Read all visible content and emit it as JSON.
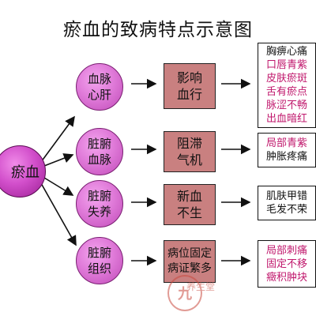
{
  "title": "瘀血的致病特点示意图",
  "root": {
    "label": "瘀血"
  },
  "rows": [
    {
      "node": [
        "血脉",
        "心肝"
      ],
      "box": [
        "影响",
        "血行"
      ],
      "results": [
        {
          "text": "胸痹心痛",
          "color": "#111111"
        },
        {
          "text": "口唇青紫",
          "color": "#c0176c"
        },
        {
          "text": "皮肤瘀斑",
          "color": "#c0176c"
        },
        {
          "text": "舌有瘀点",
          "color": "#c0176c"
        },
        {
          "text": "脉涩不畅",
          "color": "#c0176c"
        },
        {
          "text": "出血暗红",
          "color": "#c0176c"
        }
      ]
    },
    {
      "node": [
        "脏腑",
        "血脉"
      ],
      "box": [
        "阻滞",
        "气机"
      ],
      "results": [
        {
          "text": "局部青紫",
          "color": "#c0176c"
        },
        {
          "text": "肿胀疼痛",
          "color": "#111111"
        }
      ]
    },
    {
      "node": [
        "脏腑",
        "失养"
      ],
      "box": [
        "新血",
        "不生"
      ],
      "results": [
        {
          "text": "肌肤甲错",
          "color": "#111111"
        },
        {
          "text": "毛发不荣",
          "color": "#111111"
        }
      ]
    },
    {
      "node": [
        "脏腑",
        "组织"
      ],
      "box": [
        "病位固定",
        "病证繁多"
      ],
      "results": [
        {
          "text": "局部刺痛",
          "color": "#c0176c"
        },
        {
          "text": "固定不移",
          "color": "#c0176c"
        },
        {
          "text": "癥积肿块",
          "color": "#c0176c"
        }
      ]
    }
  ],
  "watermark": {
    "logo": "九",
    "text": "养生堂",
    "color": "#c94a3f"
  }
}
